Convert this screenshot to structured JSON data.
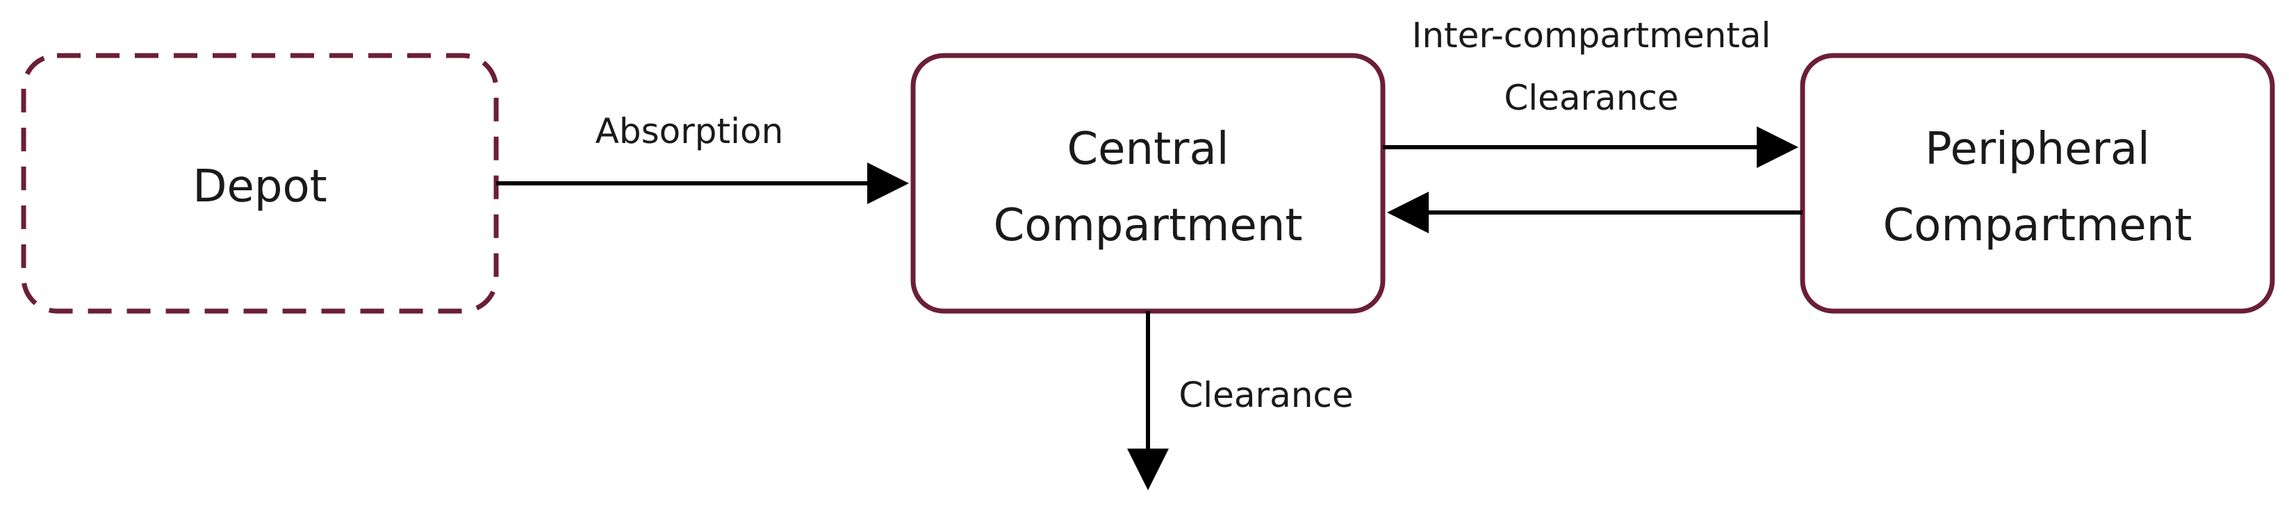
{
  "colors": {
    "box_border": "#6b1f36",
    "arrow": "#000000",
    "text": "#1a1a1a",
    "background": "#ffffff"
  },
  "nodes": {
    "depot": {
      "label": "Depot",
      "style": "dashed"
    },
    "central": {
      "line1": "Central",
      "line2": "Compartment",
      "style": "solid"
    },
    "peripheral": {
      "line1": "Peripheral",
      "line2": "Compartment",
      "style": "solid"
    }
  },
  "edges": {
    "absorption": {
      "label": "Absorption",
      "from": "Depot",
      "to": "Central Compartment"
    },
    "intercompartmental": {
      "line1": "Inter-compartmental",
      "line2": "Clearance",
      "from": "Central Compartment",
      "to": "Peripheral Compartment"
    },
    "return_flow": {
      "from": "Peripheral Compartment",
      "to": "Central Compartment"
    },
    "clearance": {
      "label": "Clearance",
      "from": "Central Compartment"
    }
  }
}
